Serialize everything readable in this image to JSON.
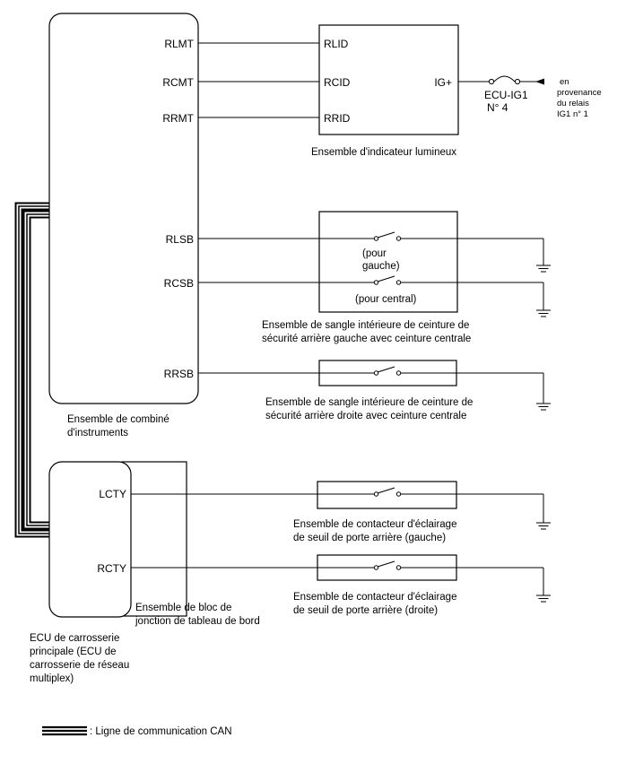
{
  "cluster": {
    "pins": [
      "RLMT",
      "RCMT",
      "RRMT",
      "RLSB",
      "RCSB",
      "RRSB"
    ],
    "caption": [
      "Ensemble de combiné",
      "d'instruments"
    ]
  },
  "indicator": {
    "pins": [
      "RLID",
      "RCID",
      "RRID"
    ],
    "ig_pin": "IG+",
    "caption": "Ensemble d'indicateur lumineux"
  },
  "fuse": {
    "label": [
      "ECU-IG1",
      "N° 4"
    ],
    "source": [
      "en",
      "provenance",
      "du relais",
      "IG1 n° 1"
    ]
  },
  "buckle_left_center": {
    "label_left": [
      "(pour",
      "gauche)"
    ],
    "label_center": "(pour central)",
    "caption": [
      "Ensemble de sangle intérieure de ceinture de",
      "sécurité arrière gauche avec ceinture centrale"
    ]
  },
  "buckle_right": {
    "caption": [
      "Ensemble de sangle intérieure de ceinture de",
      "sécurité arrière droite avec ceinture centrale"
    ]
  },
  "body_ecu": {
    "pins": [
      "LCTY",
      "RCTY"
    ],
    "caption": [
      "ECU de carrosserie",
      "principale (ECU de",
      "carrosserie de réseau",
      "multiplex)"
    ]
  },
  "junction_block": {
    "caption": [
      "Ensemble de bloc de",
      "jonction de tableau de bord"
    ]
  },
  "courtesy_left": {
    "caption": [
      "Ensemble de contacteur d'éclairage",
      "de seuil de porte arrière (gauche)"
    ]
  },
  "courtesy_right": {
    "caption": [
      "Ensemble de contacteur d'éclairage",
      "de seuil de porte arrière (droite)"
    ]
  },
  "legend": {
    "label": ": Ligne de communication CAN"
  }
}
